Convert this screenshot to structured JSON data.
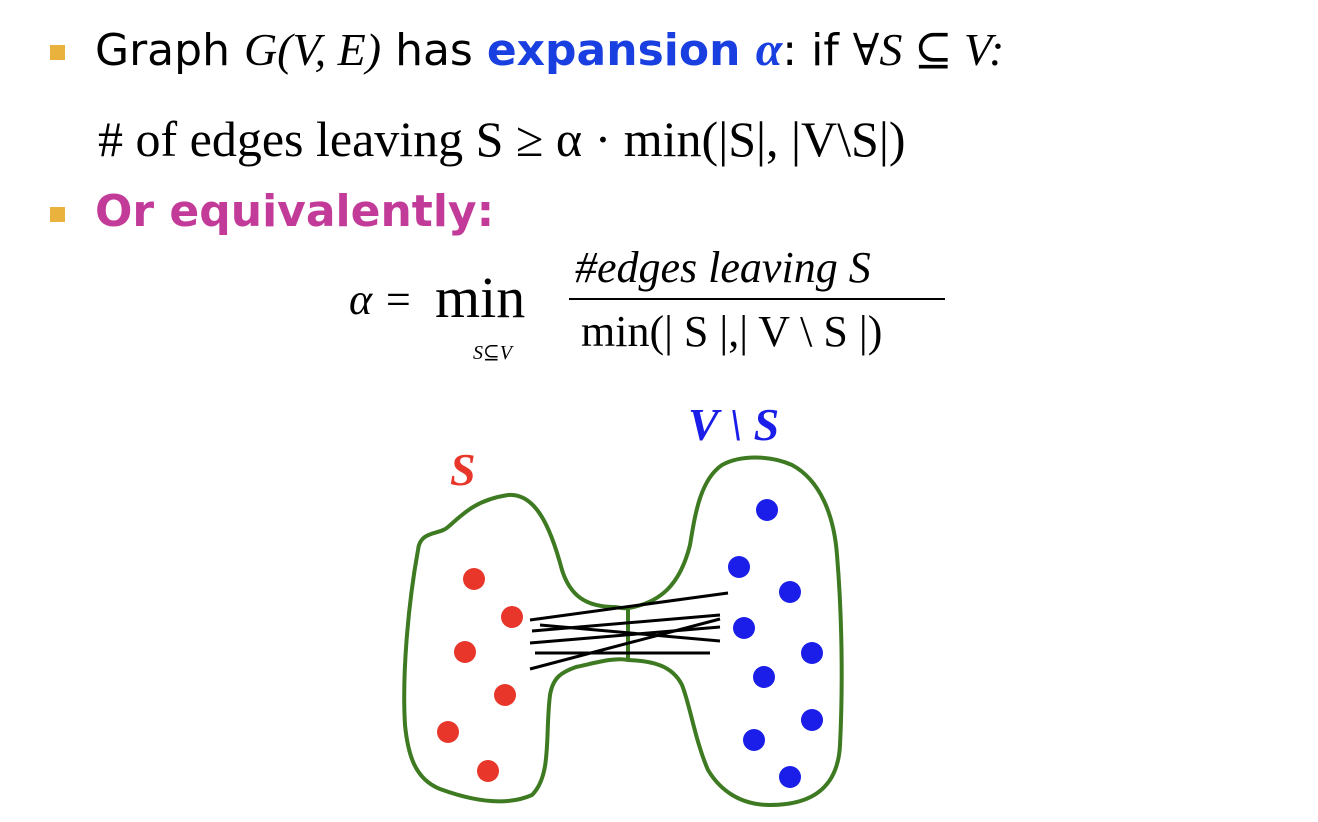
{
  "bullet1": {
    "prefix": "Graph ",
    "graph": "G(V, E)",
    "has": " has ",
    "term": "expansion ",
    "alpha": "α",
    "colon_if": ": if ",
    "forall": "∀",
    "condition": "S ⊆ V:"
  },
  "bullet1_line2": {
    "text": "# of edges leaving S ≥ α · min(|S|, |V\\S|)"
  },
  "bullet2": {
    "text": "Or equivalently:"
  },
  "formula": {
    "lhs": "α =",
    "operator": "min",
    "subscript": "S⊆V",
    "numerator": "#edges leaving S",
    "denominator": "min(| S |,| V \\ S |)"
  },
  "diagram": {
    "label_s": "S",
    "label_vs": "V \\ S",
    "s_color": "#e8362b",
    "vs_color": "#1a1ee8",
    "outline_color": "#3e7a22"
  }
}
